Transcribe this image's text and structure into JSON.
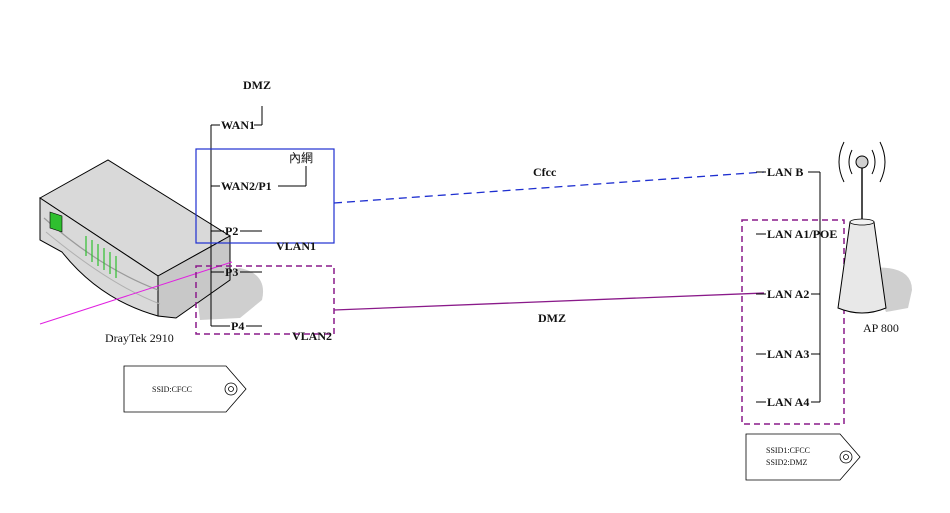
{
  "colors": {
    "vlan1": "#1e2fd0",
    "vlan2": "#8a1a8a",
    "line": "#000000",
    "magenta_cable": "#e020e0",
    "router_body": "#d9d9d9",
    "router_shadow": "#c8c8c8",
    "led_green": "#2fbf2f"
  },
  "router": {
    "model": "DrayTek 2910",
    "ports": {
      "wan1": "WAN1",
      "wan2": "WAN2/P1",
      "p2": "P2",
      "p3": "P3",
      "p4": "P4"
    },
    "dmz_label": "DMZ",
    "internal_label": "內網",
    "tag_text": "SSID:CFCC"
  },
  "vlans": {
    "vlan1": "VLAN1",
    "vlan2": "VLAN2"
  },
  "links": {
    "cfcc": "Cfcc",
    "dmz": "DMZ"
  },
  "ap": {
    "model": "AP 800",
    "ports": {
      "lan_b": "LAN B",
      "lan_a1": "LAN A1/POE",
      "lan_a2": "LAN A2",
      "lan_a3": "LAN A3",
      "lan_a4": "LAN A4"
    },
    "tag_line1": "SSID1:CFCC",
    "tag_line2": "SSID2:DMZ"
  }
}
